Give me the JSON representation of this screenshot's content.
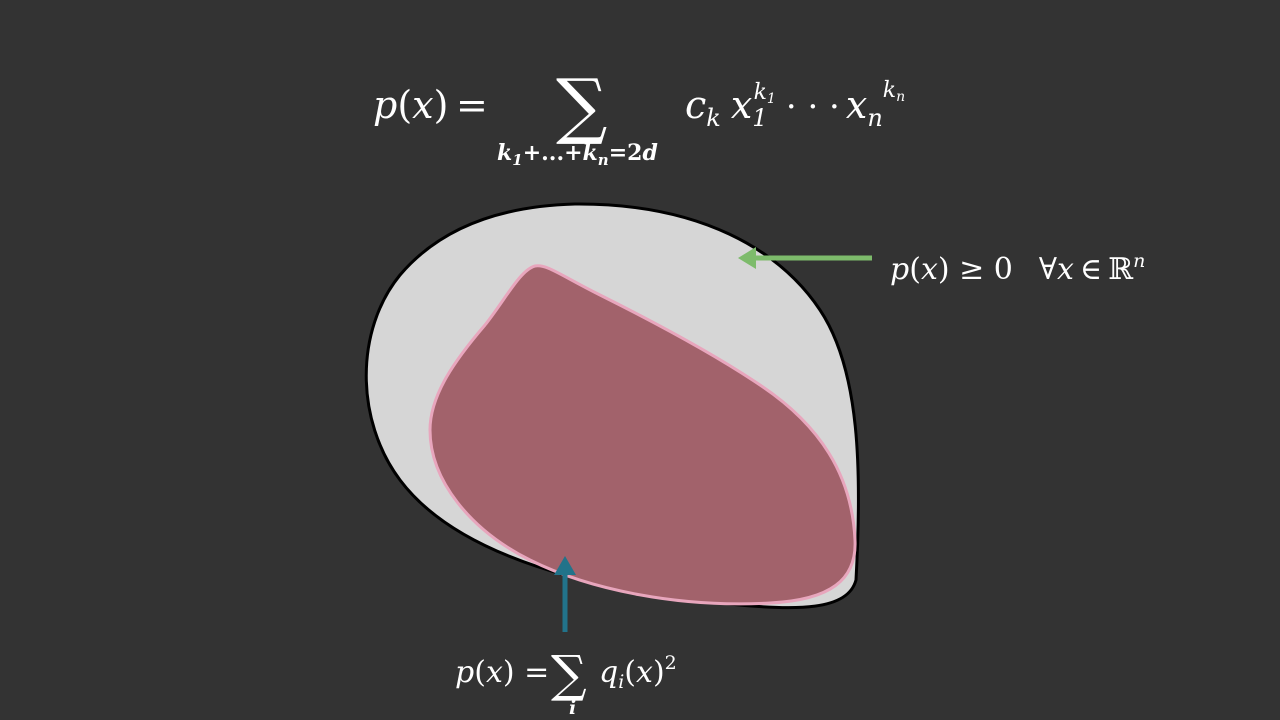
{
  "formula_top": {
    "lhs_p": "p",
    "lhs_x": "x",
    "equals": "=",
    "sum": "∑",
    "sum_lower_k1": "k",
    "sum_lower_sub1": "1",
    "sum_lower_dots": "+...+",
    "sum_lower_kn": "k",
    "sum_lower_subn": "n",
    "sum_lower_eq": "=2",
    "sum_lower_d": "d",
    "term_c": "c",
    "term_c_sub": "k",
    "term_x1": "x",
    "term_x1_sub": "1",
    "term_x1_sup_k": "k",
    "term_x1_sup_sub": "1",
    "term_dots": "· · ·",
    "term_xn": "x",
    "term_xn_sub": "n",
    "term_xn_sup_k": "k",
    "term_xn_sup_sub": "n"
  },
  "label_nonneg": {
    "p": "p",
    "x": "x",
    "geq": "≥ 0",
    "forall": "∀",
    "x2": "x",
    "in": "∈",
    "reals": "ℝ",
    "reals_sup": "n"
  },
  "label_sos": {
    "p": "p",
    "x": "x",
    "equals": "=",
    "sum": "∑",
    "sum_lower": "i",
    "q": "q",
    "q_sub": "i",
    "x2": "x",
    "sup": "2"
  },
  "colors": {
    "background": "#333333",
    "outer_set_fill": "#d6d6d6",
    "outer_set_stroke": "#000000",
    "inner_set_fill": "#a2626b",
    "inner_set_stroke": "#e8a6bd",
    "nonneg_arrow": "#7dbb6b",
    "sos_arrow": "#22738a",
    "text": "#ffffff"
  }
}
